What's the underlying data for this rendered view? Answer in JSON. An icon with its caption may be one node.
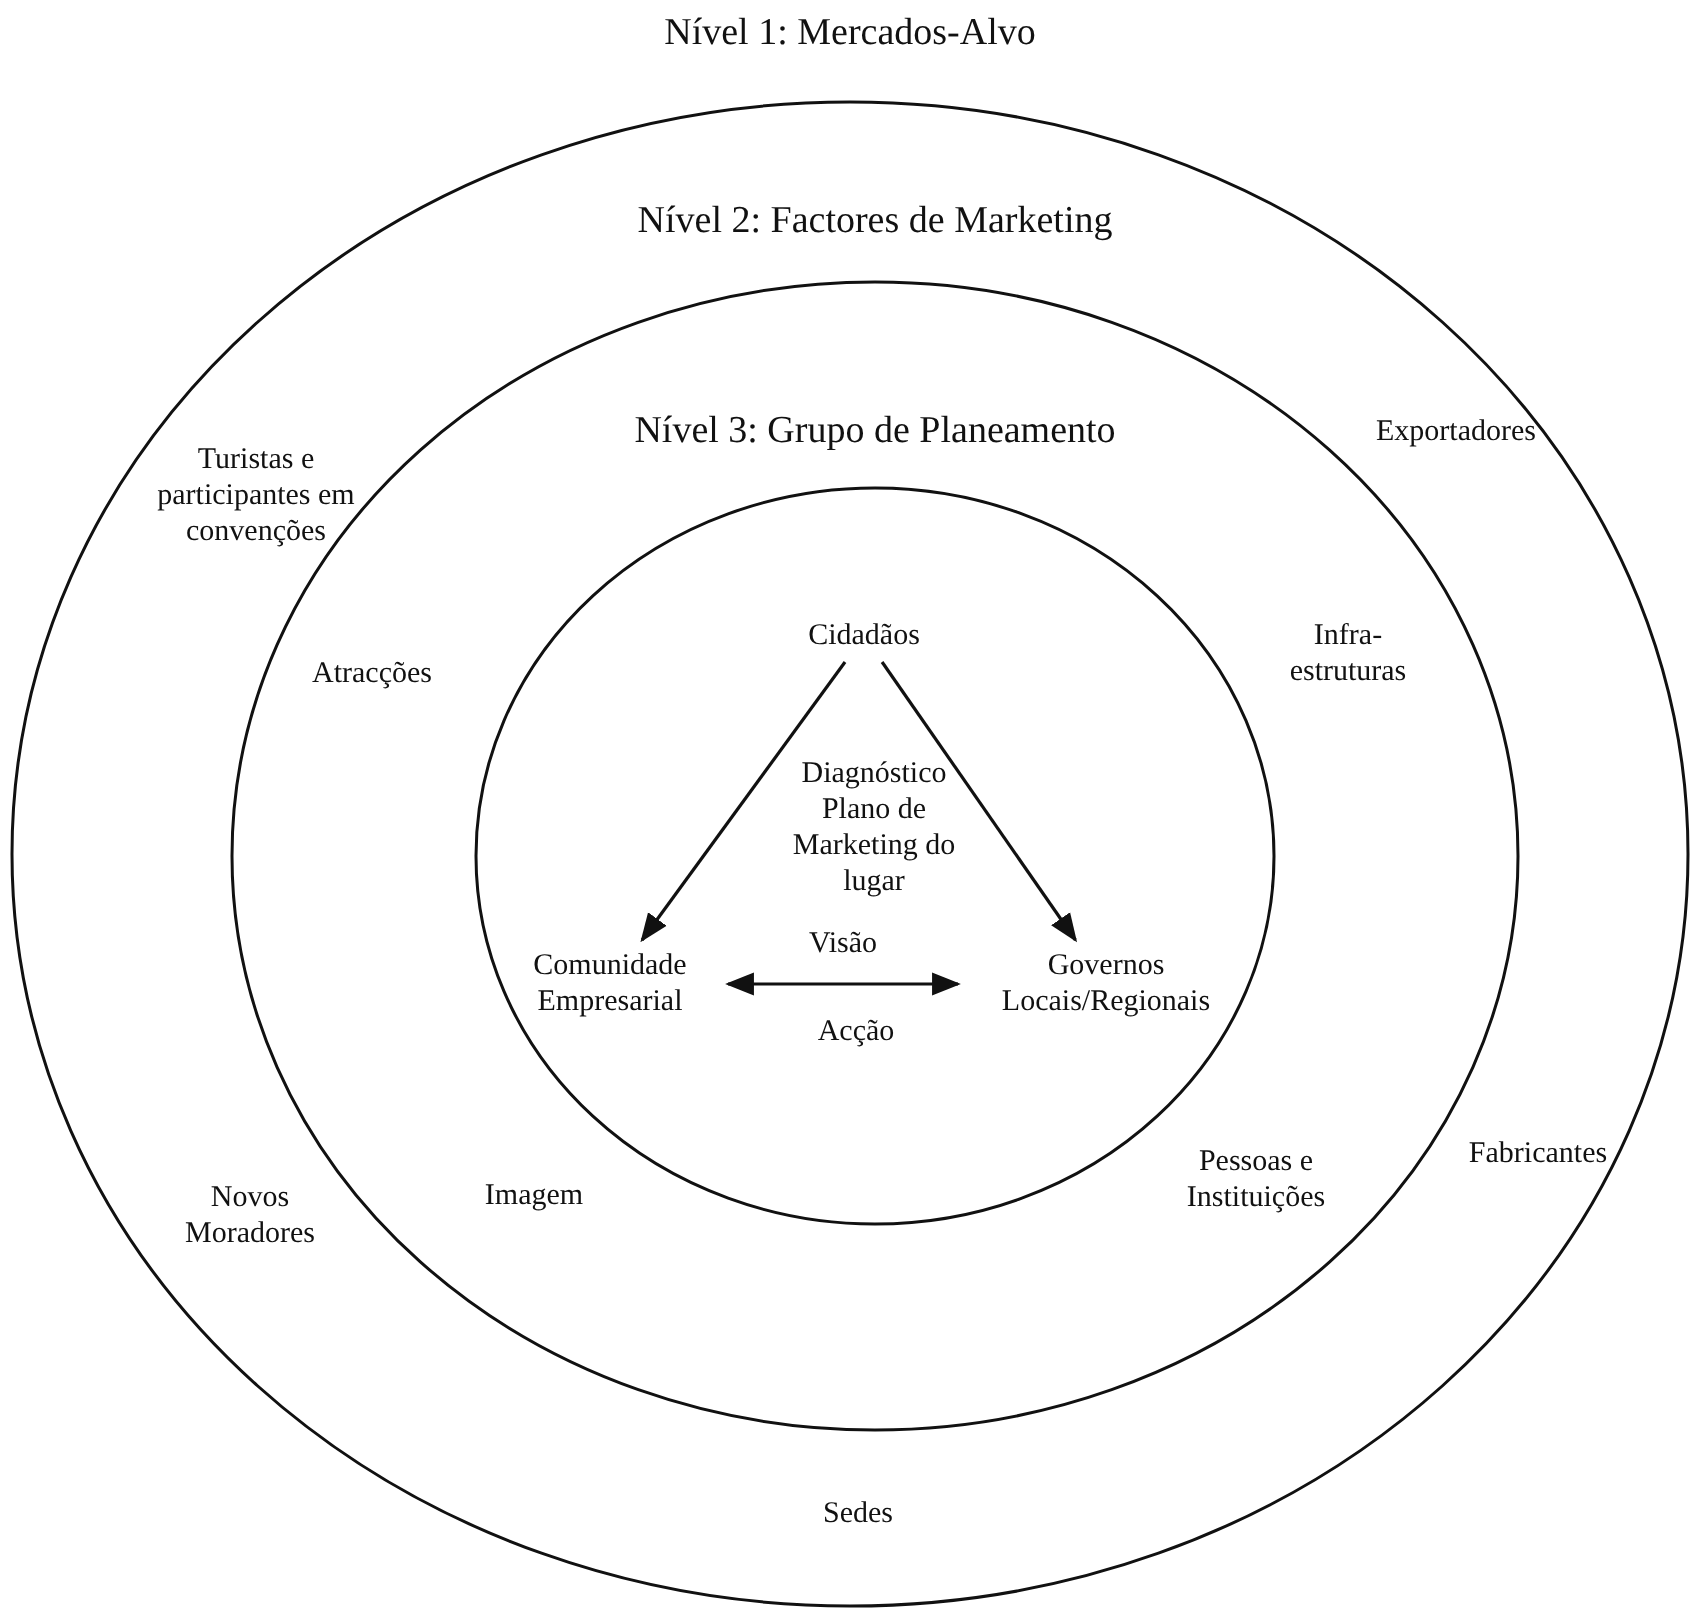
{
  "diagram": {
    "nodes": [
      {
        "text": [
          "Nível 1: Mercados-Alvo"
        ]
      },
      {
        "text": [
          "Nível 2: Factores de Marketing"
        ],
        "in": 0
      },
      {
        "text": [
          "Nível 3: Grupo de Planeamento"
        ],
        "in": 1
      },
      {
        "text": [
          "Cidadãos"
        ],
        "in": 2
      },
      {
        "text": [
          "Comunidade Empresarial"
        ],
        "in": 2
      },
      {
        "text": [
          "Governos Locais/Regionais"
        ],
        "in": 2
      }
    ],
    "edges": [
      {
        "from": 3,
        "to": 4,
        "arrow": "to"
      },
      {
        "from": 3,
        "to": 5,
        "arrow": "to"
      },
      {
        "from": 4,
        "to": 5,
        "arrow": "both",
        "label": "Visão"
      }
    ],
    "labels": [
      "Turistas e participantes em convenções",
      "Exportadores",
      "Atracções",
      "Infra-estruturas",
      "Diagnóstico Plano de Marketing do lugar",
      "Acção",
      "Novos Moradores",
      "Imagem",
      "Pessoas e Instituições",
      "Fabricantes",
      "Sedes"
    ]
  }
}
